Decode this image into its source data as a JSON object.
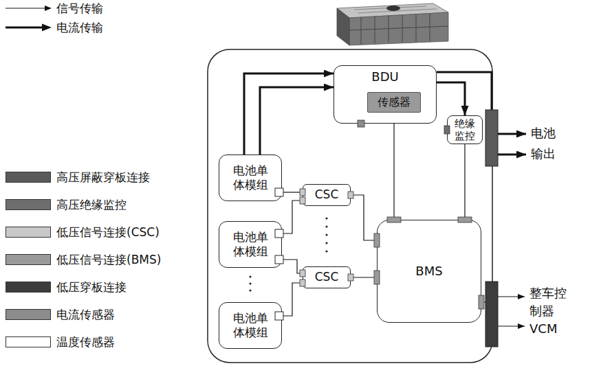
{
  "diagram": {
    "nodes": [
      {
        "text": [
          "BDU"
        ]
      },
      {
        "text": [
          "传感器"
        ],
        "in": 0
      },
      {
        "text": [
          "绝缘监控"
        ]
      },
      {
        "text": [
          "电池单 体模组"
        ]
      },
      {
        "text": [
          "CSC"
        ]
      },
      {
        "text": [
          "电池单 体模组"
        ]
      },
      {
        "text": [
          "BMS"
        ]
      },
      {
        "text": [
          "CSC"
        ]
      },
      {
        "text": [
          "电池单 体模组"
        ]
      }
    ],
    "edges": [
      {
        "from": 3,
        "to": 0,
        "arrow": "to"
      },
      {
        "from": 3,
        "to": 0,
        "arrow": "to"
      },
      {
        "from": 0,
        "to": 2,
        "arrow": "to"
      },
      {
        "from": 3,
        "to": 4,
        "arrow": "none"
      },
      {
        "from": 5,
        "to": 4,
        "arrow": "none"
      },
      {
        "from": 5,
        "to": 7,
        "arrow": "none"
      },
      {
        "from": 8,
        "to": 7,
        "arrow": "none"
      },
      {
        "from": 4,
        "to": 6,
        "arrow": "none"
      },
      {
        "from": 7,
        "to": 6,
        "arrow": "none"
      },
      {
        "from": 1,
        "to": 6,
        "arrow": "none"
      },
      {
        "from": 2,
        "to": 6,
        "arrow": "none"
      }
    ],
    "labels": [
      "电池 输出",
      "整车控 制器 VCM"
    ],
    "legend": [
      {
        "text": "信号传输"
      },
      {
        "text": "电流传输"
      },
      {
        "text": "高压屏蔽穿板连接",
        "color": "#5a5a5a"
      },
      {
        "text": "高压绝缘监控",
        "color": "#6e6e6e"
      },
      {
        "text": "低压信号连接(CSC)",
        "color": "#c8c8c8"
      },
      {
        "text": "低压信号连接(BMS)",
        "color": "#9a9a9a"
      },
      {
        "text": "低压穿板连接",
        "color": "#3c3c3c"
      },
      {
        "text": "电流传感器",
        "color": "#8c8c8c"
      },
      {
        "text": "温度传感器",
        "color": "#ffffff"
      }
    ]
  }
}
